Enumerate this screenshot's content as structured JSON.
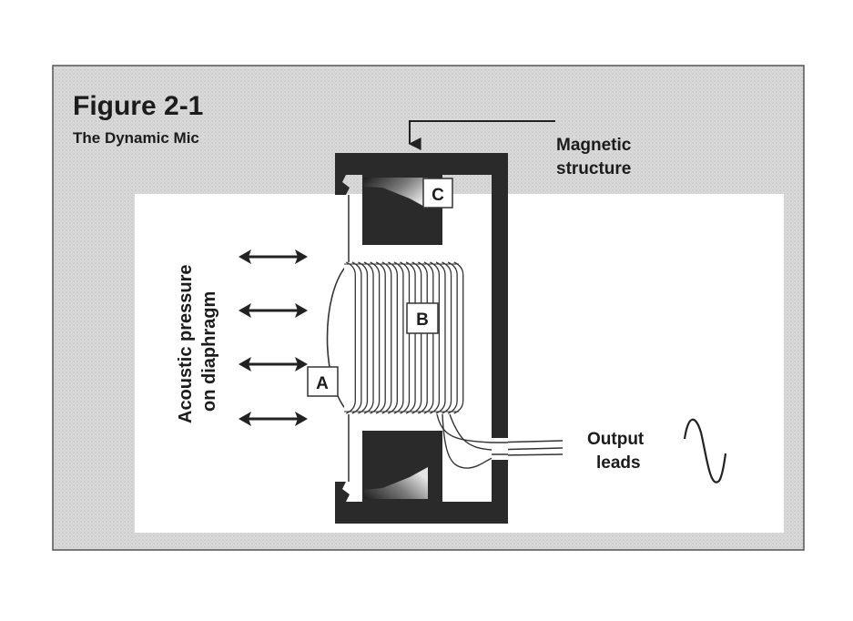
{
  "figure": {
    "title": "Figure 2-1",
    "subtitle": "The Dynamic Mic"
  },
  "labels": {
    "magnetic_line1": "Magnetic",
    "magnetic_line2": "structure",
    "output_line1": "Output",
    "output_line2": "leads",
    "acoustic_line1": "Acoustic pressure",
    "acoustic_line2": "on diaphragm"
  },
  "callouts": {
    "a": "A",
    "b": "B",
    "c": "C"
  },
  "colors": {
    "panel_fill": "#d9d9d9",
    "panel_border": "#555555",
    "diagram_area": "#ffffff",
    "structure": "#2a2a2a",
    "ink": "#222222"
  },
  "icons": {
    "pressure_arrows": "double-headed-arrow-icon",
    "output_signal": "sine-wave-icon",
    "pointer": "bent-arrow-icon"
  }
}
